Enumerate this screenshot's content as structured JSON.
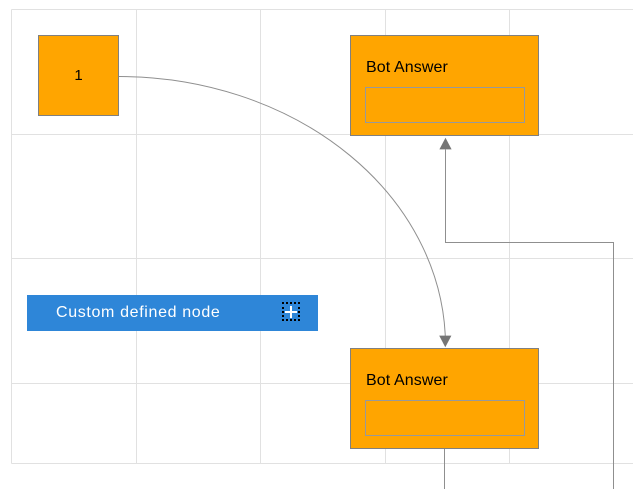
{
  "app": {
    "type": "diagram-editor-canvas"
  },
  "canvas": {
    "background": "#ffffff",
    "grid": {
      "origin_x": 11.5,
      "origin_y": 9.5,
      "spacing": 124.6,
      "page_bottom": 463.5,
      "color": "#e1e1e1"
    }
  },
  "nodes": {
    "start": {
      "label": "1",
      "fill": "#FFA500",
      "border_color": "#808080"
    },
    "bot_top": {
      "title": "Bot Answer",
      "fill": "#FFA500",
      "border_color": "#808080",
      "inner_box": ""
    },
    "bot_bottom": {
      "title": "Bot Answer",
      "fill": "#FFA500",
      "border_color": "#808080",
      "inner_box": ""
    },
    "custom": {
      "label": "Custom defined node",
      "fill": "#2E86D8",
      "text_color": "#ffffff",
      "plus_icon": "+"
    }
  },
  "connectors": {
    "color": "#8f8f8f",
    "arrow_color": "#757575",
    "curve_from": "start",
    "curve_to": "bot_bottom",
    "orthogonal_from": "bot_bottom",
    "orthogonal_to": "bot_top"
  }
}
